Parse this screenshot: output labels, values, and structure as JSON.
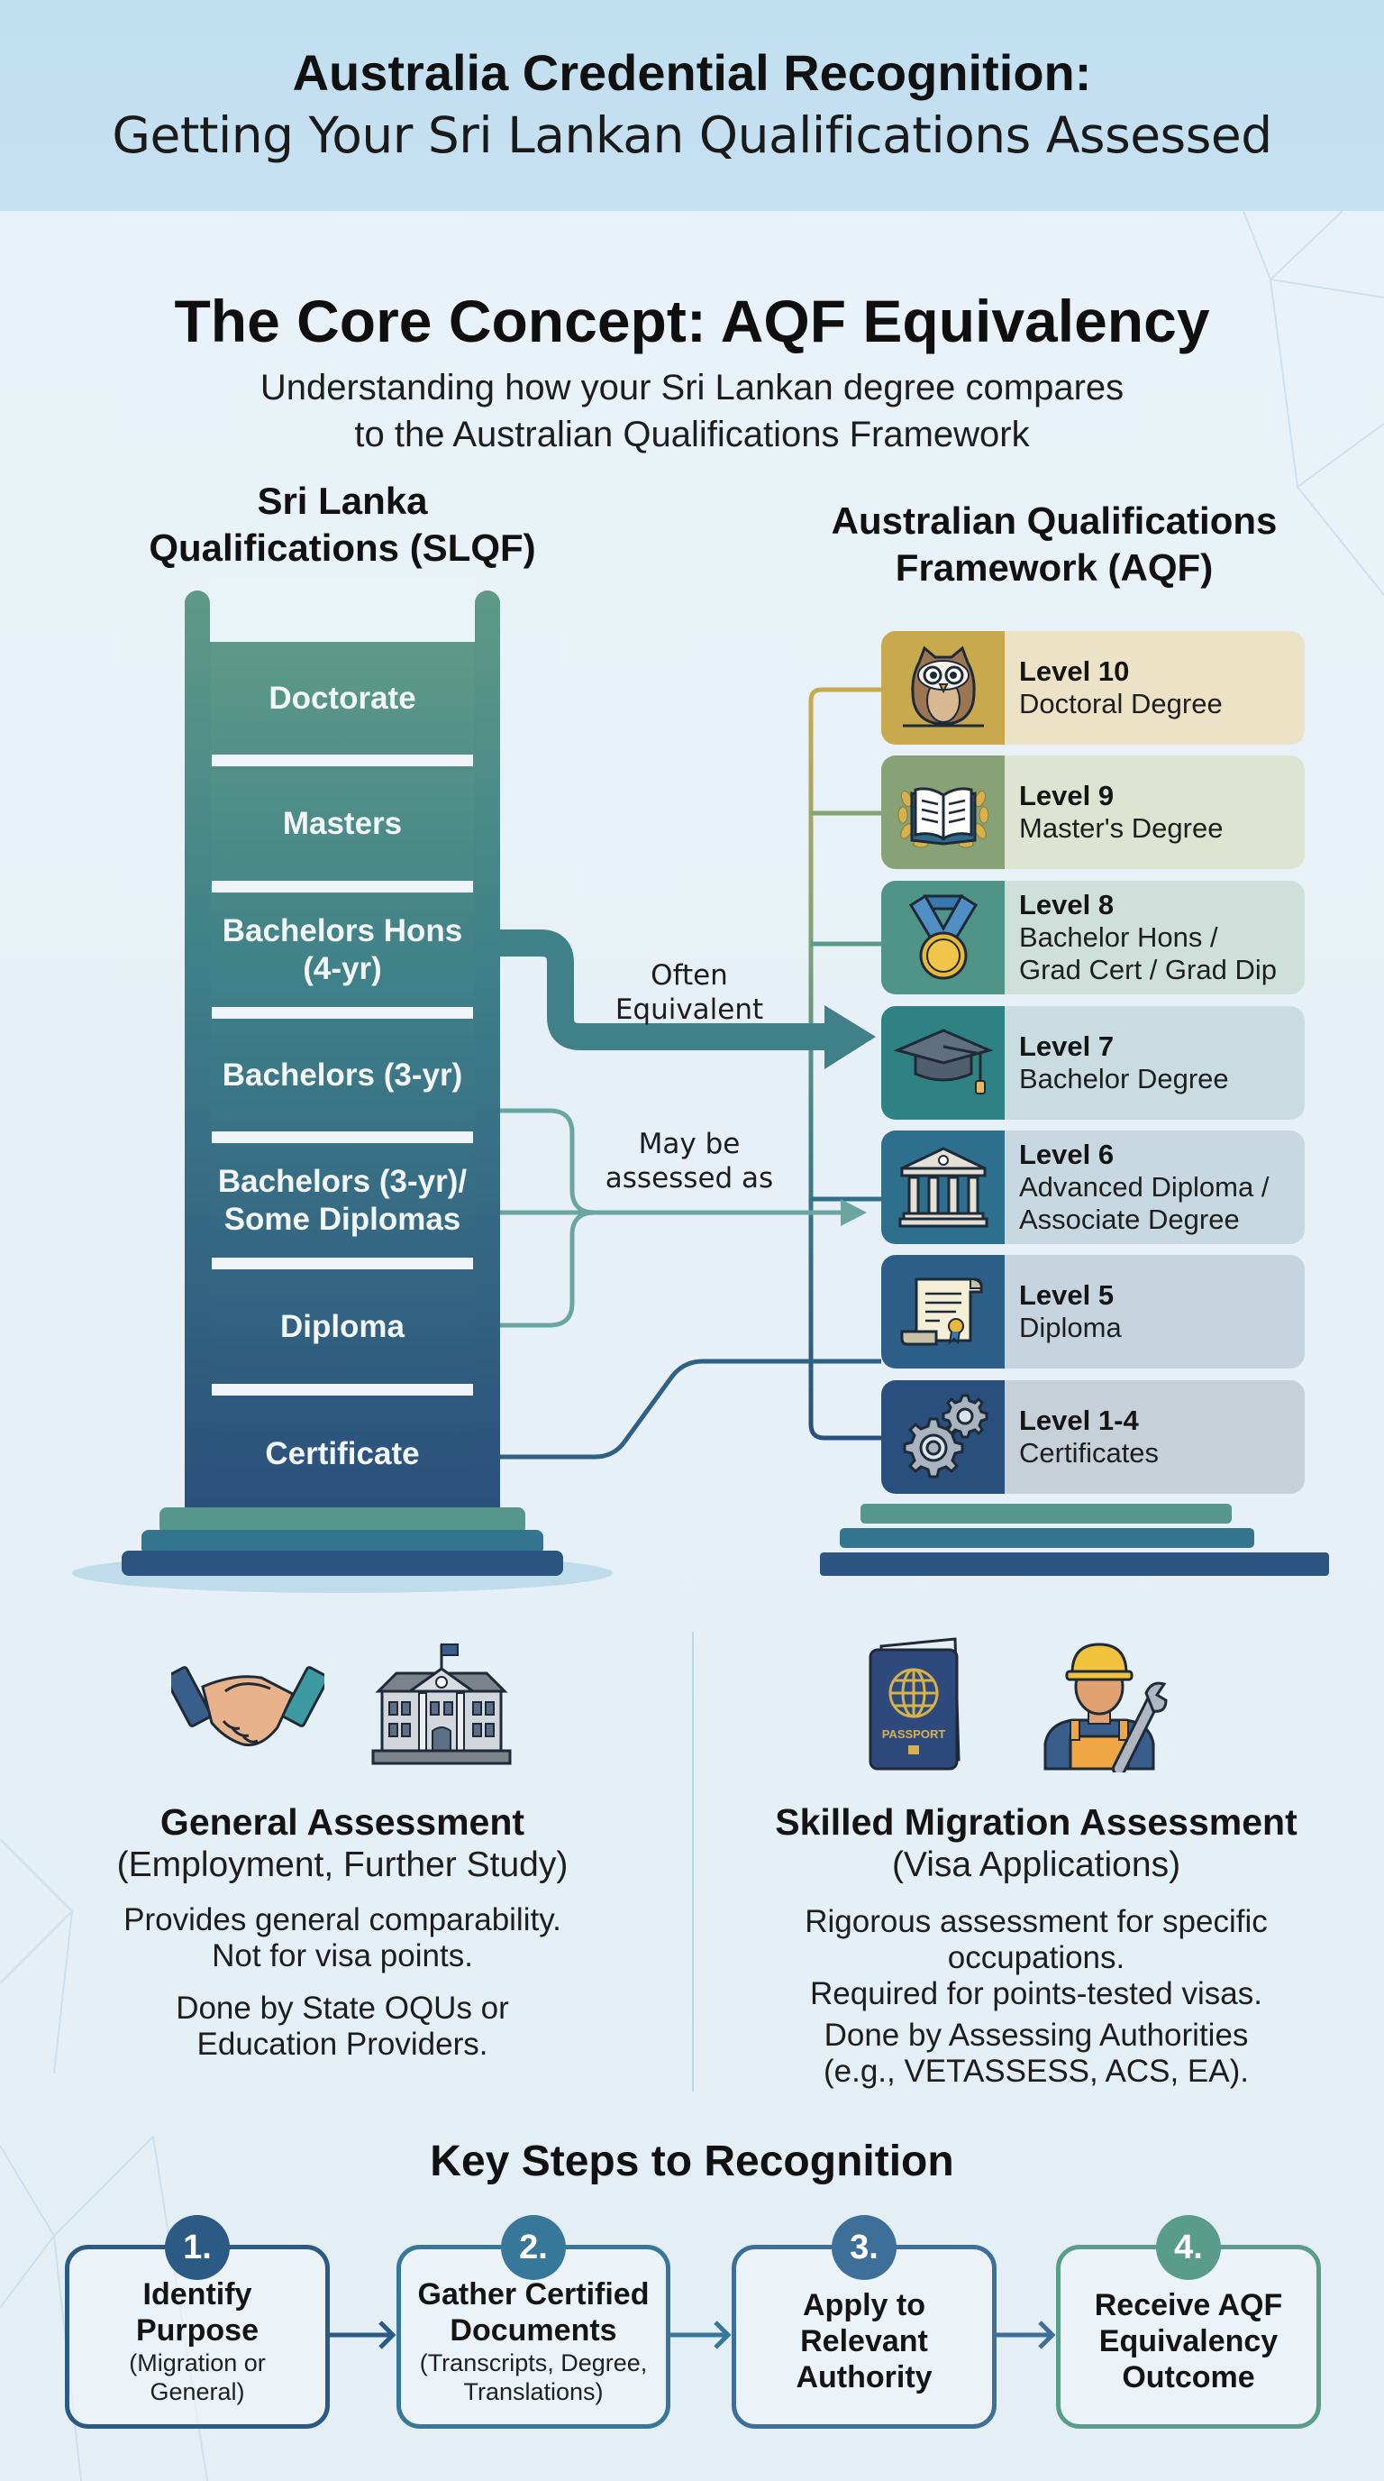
{
  "header": {
    "title": "Australia Credential Recognition:",
    "subtitle": "Getting Your Sri Lankan Qualifications Assessed"
  },
  "core": {
    "title": "The Core Concept: AQF Equivalency",
    "subtitle_line1": "Understanding how your Sri Lankan degree compares",
    "subtitle_line2": "to the Australian Qualifications Framework"
  },
  "slqf": {
    "heading_line1": "Sri Lanka",
    "heading_line2": "Qualifications (SLQF)",
    "rungs": [
      {
        "label_line1": "Doctorate",
        "label_line2": ""
      },
      {
        "label_line1": "Masters",
        "label_line2": ""
      },
      {
        "label_line1": "Bachelors Hons",
        "label_line2": "(4-yr)"
      },
      {
        "label_line1": "Bachelors (3-yr)",
        "label_line2": ""
      },
      {
        "label_line1": "Bachelors (3-yr)/",
        "label_line2": "Some Diplomas"
      },
      {
        "label_line1": "Diploma",
        "label_line2": ""
      },
      {
        "label_line1": "Certificate",
        "label_line2": ""
      }
    ]
  },
  "aqf": {
    "heading_line1": "Australian Qualifications",
    "heading_line2": "Framework (AQF)",
    "levels": [
      {
        "level": "Level 10",
        "desc_line1": "Doctoral Degree",
        "desc_line2": "",
        "icon": "owl-icon",
        "color": "#c9a94e",
        "bg": "#ece3c6"
      },
      {
        "level": "Level 9",
        "desc_line1": "Master's Degree",
        "desc_line2": "",
        "icon": "open-book-laurel-icon",
        "color": "#86a276",
        "bg": "#dde4d2"
      },
      {
        "level": "Level 8",
        "desc_line1": "Bachelor Hons /",
        "desc_line2": "Grad Cert / Grad Dip",
        "icon": "medal-icon",
        "color": "#4f9487",
        "bg": "#cfe0da"
      },
      {
        "level": "Level 7",
        "desc_line1": "Bachelor Degree",
        "desc_line2": "",
        "icon": "graduation-cap-icon",
        "color": "#2f8283",
        "bg": "#c9dde0"
      },
      {
        "level": "Level 6",
        "desc_line1": "Advanced Diploma /",
        "desc_line2": "Associate Degree",
        "icon": "institution-icon",
        "color": "#2e6f8e",
        "bg": "#c7d8e0"
      },
      {
        "level": "Level 5",
        "desc_line1": "Diploma",
        "desc_line2": "",
        "icon": "diploma-scroll-icon",
        "color": "#2b5f87",
        "bg": "#c6d4df"
      },
      {
        "level": "Level 1-4",
        "desc_line1": "Certificates",
        "desc_line2": "",
        "icon": "gears-icon",
        "color": "#294f7d",
        "bg": "#c7cfd9"
      }
    ]
  },
  "flows": {
    "often_line1": "Often",
    "often_line2": "Equivalent",
    "maybe_line1": "May be",
    "maybe_line2": "assessed as"
  },
  "general": {
    "title": "General Assessment",
    "subtitle": "(Employment, Further Study)",
    "p1_line1": "Provides general comparability.",
    "p1_line2": "Not for visa points.",
    "p2_line1": "Done by State OQUs or",
    "p2_line2": "Education Providers.",
    "icons": [
      "handshake-icon",
      "university-building-icon"
    ]
  },
  "skilled": {
    "title": "Skilled Migration Assessment",
    "subtitle": "(Visa Applications)",
    "p1_line1": "Rigorous assessment for specific",
    "p1_line2": "occupations.",
    "p1_line3": "Required for points-tested visas.",
    "p2_line1": "Done by Assessing Authorities",
    "p2_line2": "(e.g., VETASSESS, ACS, EA).",
    "passport_label": "PASSPORT",
    "icons": [
      "passport-icon",
      "worker-wrench-icon"
    ]
  },
  "steps": {
    "title": "Key Steps to Recognition",
    "items": [
      {
        "num": "1.",
        "title_line1": "Identify",
        "title_line2": "Purpose",
        "title_line3": "",
        "note_line1": "(Migration or",
        "note_line2": "General)",
        "color": "#2b5a85"
      },
      {
        "num": "2.",
        "title_line1": "Gather Certified",
        "title_line2": "Documents",
        "title_line3": "",
        "note_line1": "(Transcripts, Degree,",
        "note_line2": "Translations)",
        "color": "#37789a"
      },
      {
        "num": "3.",
        "title_line1": "Apply to",
        "title_line2": "Relevant",
        "title_line3": "Authority",
        "note_line1": "",
        "note_line2": "",
        "color": "#3e6f99"
      },
      {
        "num": "4.",
        "title_line1": "Receive AQF",
        "title_line2": "Equivalency",
        "title_line3": "Outcome",
        "note_line1": "",
        "note_line2": "",
        "color": "#5a9c8a"
      }
    ]
  }
}
